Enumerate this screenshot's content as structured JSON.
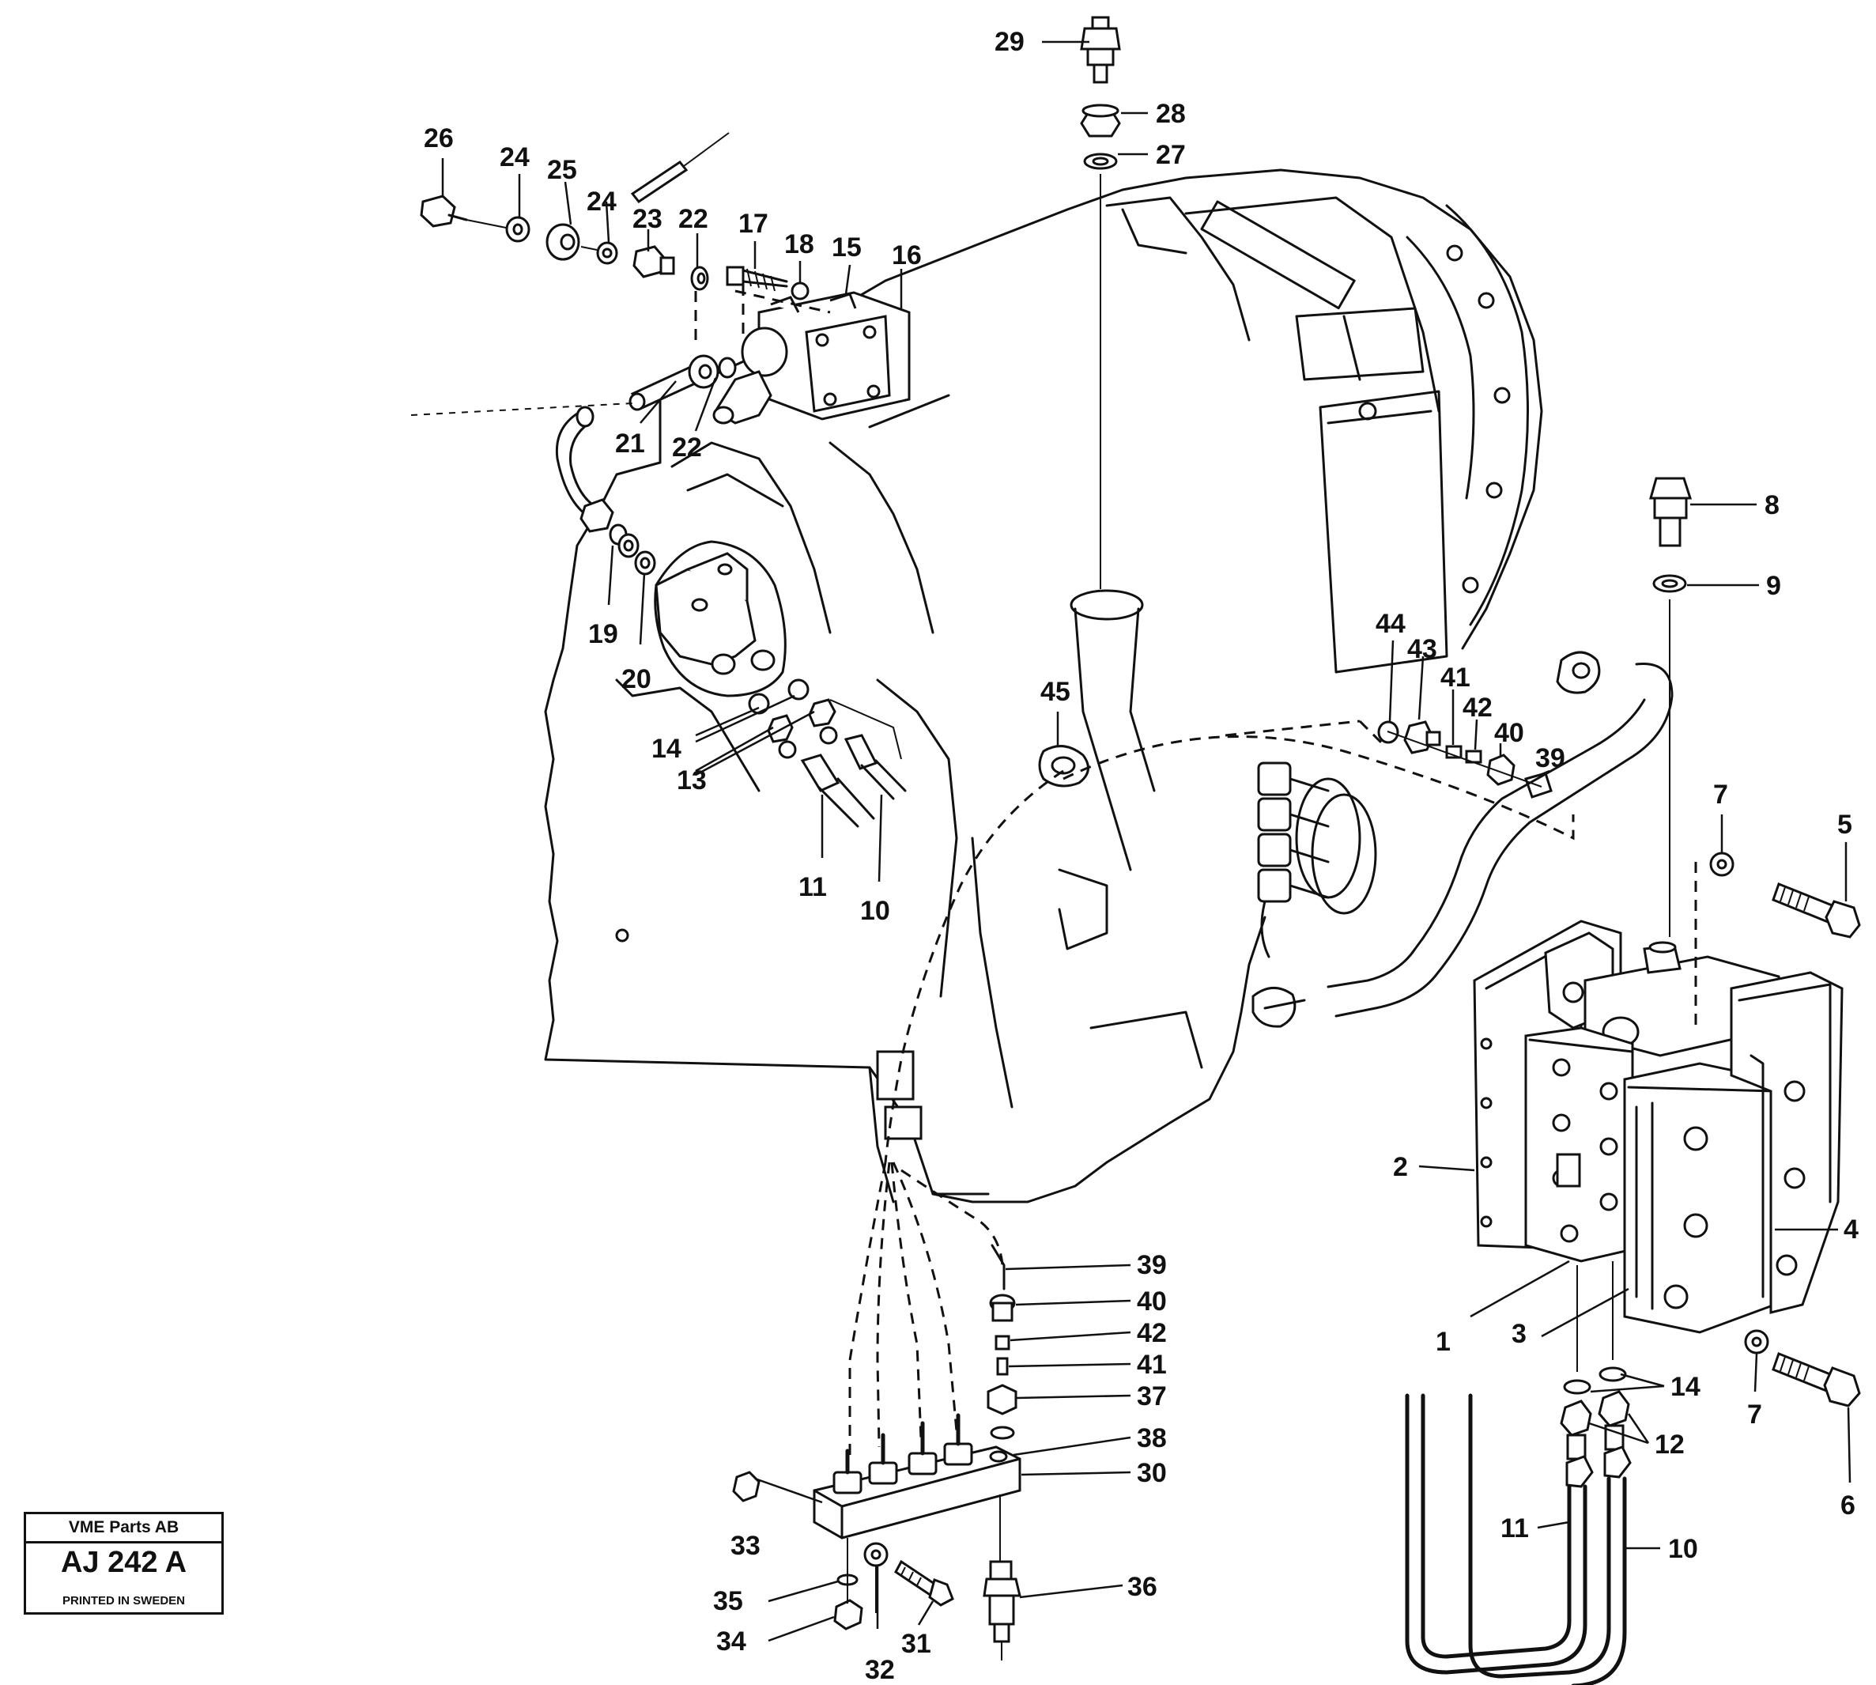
{
  "title_block": {
    "company": "VME Parts AB",
    "code": "AJ 242 A",
    "printed": "PRINTED IN SWEDEN"
  },
  "callouts": [
    "29",
    "28",
    "27",
    "26",
    "24",
    "25",
    "24",
    "23",
    "22",
    "17",
    "18",
    "15",
    "16",
    "21",
    "22",
    "19",
    "20",
    "14",
    "13",
    "11",
    "10",
    "45",
    "44",
    "43",
    "41",
    "42",
    "40",
    "39",
    "8",
    "9",
    "7",
    "5",
    "2",
    "4",
    "1",
    "3",
    "14",
    "7",
    "12",
    "6",
    "11",
    "10",
    "39",
    "40",
    "42",
    "41",
    "37",
    "38",
    "30",
    "33",
    "35",
    "31",
    "36",
    "34",
    "32"
  ]
}
